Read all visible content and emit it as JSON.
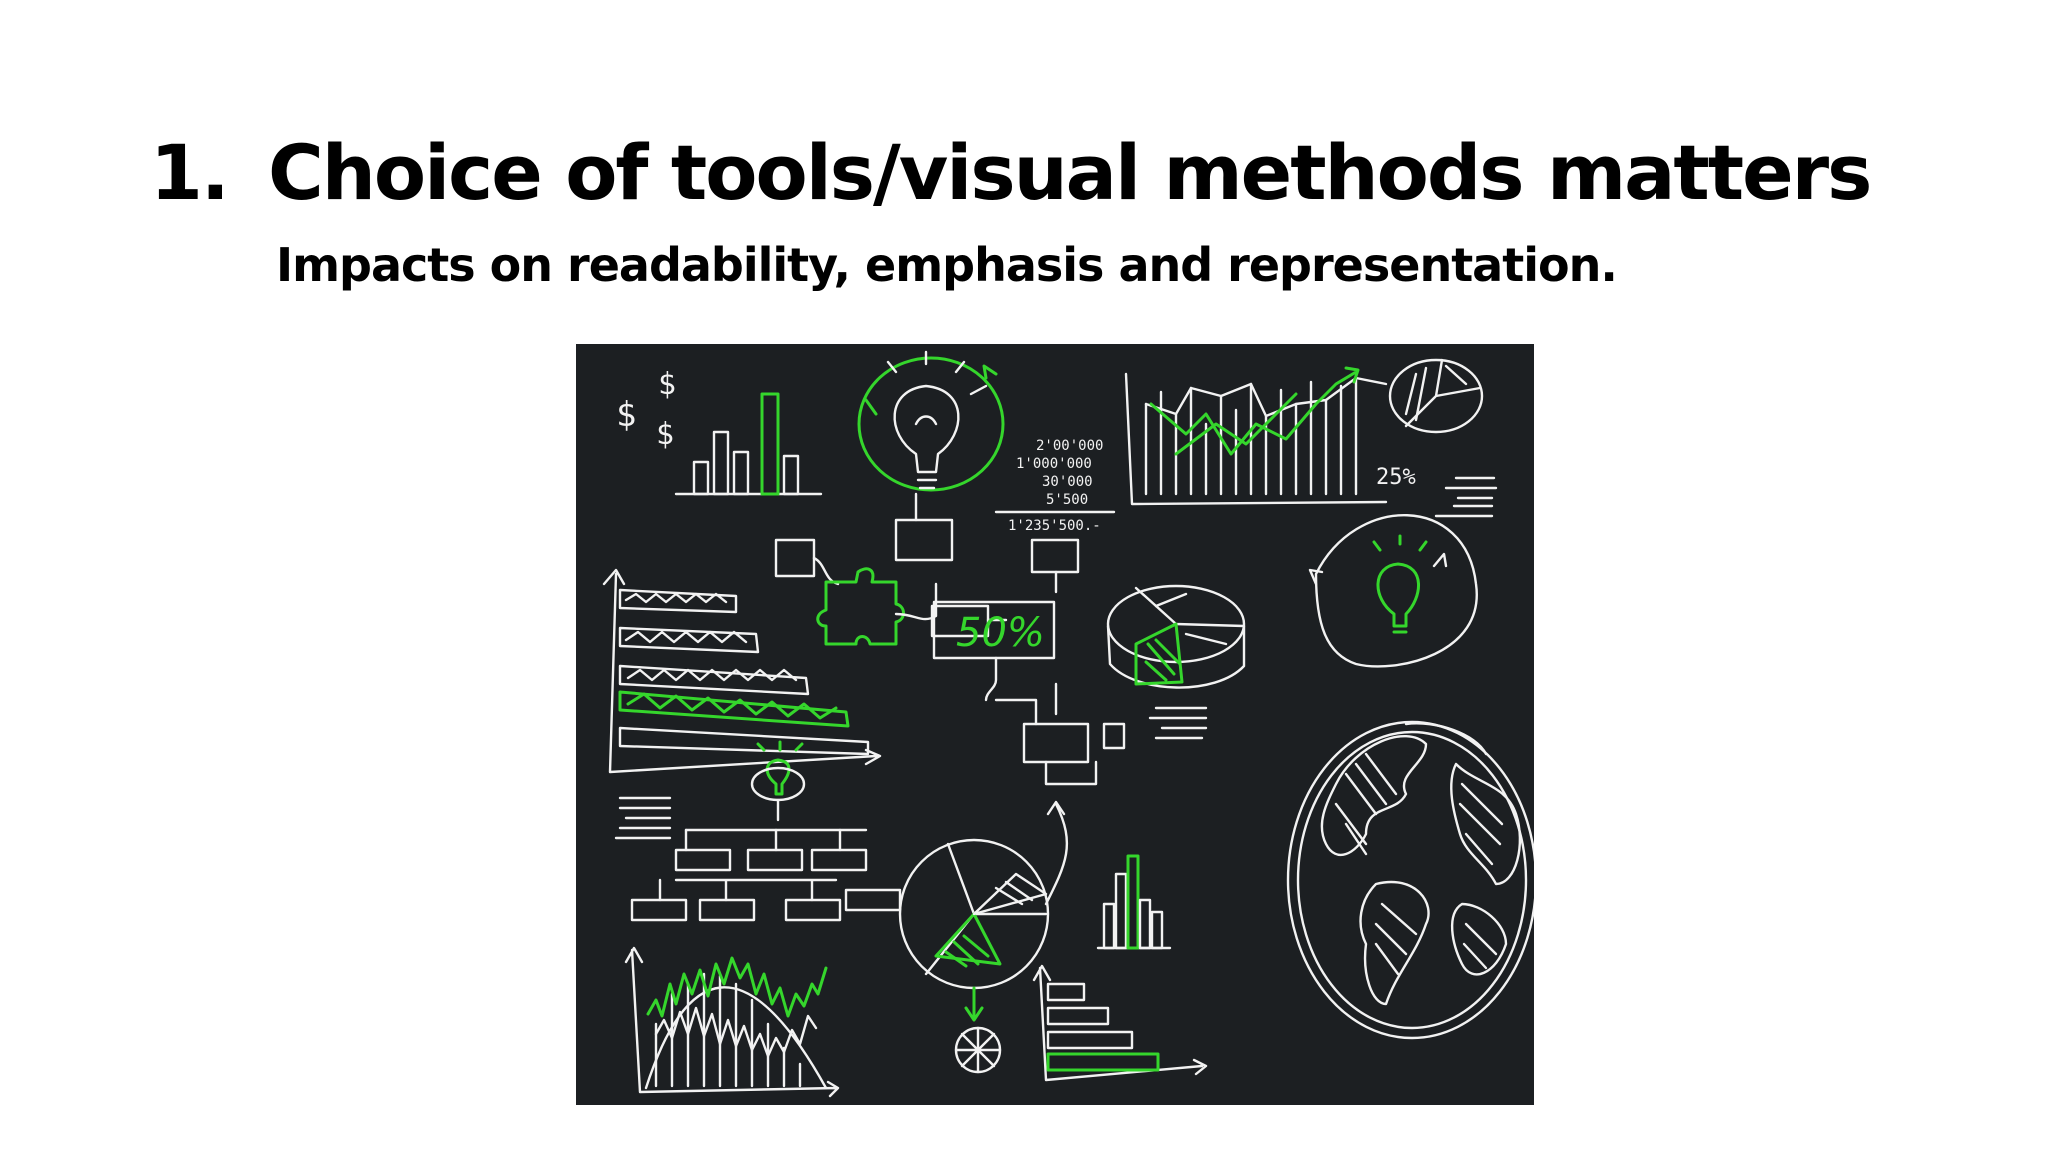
{
  "slide": {
    "number": "1.",
    "title": "Choice of tools/visual methods matters",
    "subtitle": "Impacts on readability, emphasis and representation."
  },
  "illustration": {
    "description_icon": "chalkboard-infographic-doodles",
    "labels": {
      "percent_center": "50%",
      "percent_topright": "25%",
      "number_rows": [
        "2'00'000",
        "1'000'000",
        "30'000",
        "5'500",
        "1'235'500.-"
      ]
    },
    "colors": {
      "board": "#1c1f22",
      "chalk": "#f2f2f2",
      "accent": "#35d62c"
    }
  }
}
